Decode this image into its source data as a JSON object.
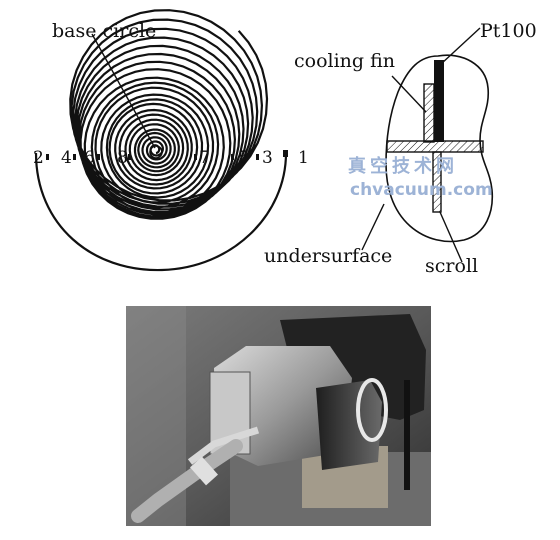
{
  "labels": {
    "base_circle": "base circle",
    "cooling_fin": "cooling fin",
    "pt100": "Pt100",
    "undersurface": "undersurface",
    "scroll": "scroll"
  },
  "point_numbers": [
    "1",
    "2",
    "3",
    "4",
    "5",
    "6",
    "7",
    "8"
  ],
  "watermark": {
    "line1": "真空技术网",
    "line2": "chvacuum.com"
  }
}
